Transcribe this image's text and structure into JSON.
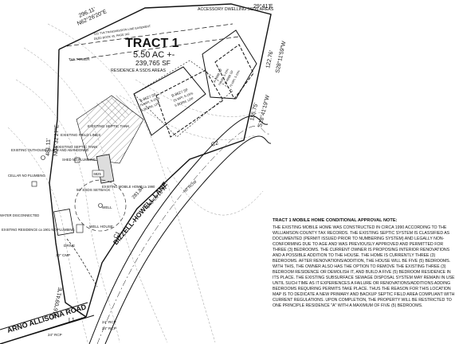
{
  "tract": {
    "title": "TRACT 1",
    "acres": "5.50 AC +-",
    "sqft": "239,765 SF"
  },
  "bearings": {
    "top_left": "296.11'",
    "top_left_bearing": "N62°26'20\"E",
    "top_right": "29°41'E",
    "right_1": "122.76'",
    "right_1_bearing": "S28°11'59\"W",
    "right_2": "155.75'",
    "right_2_bearing": "S18°41'19\"W",
    "left_1": "481.11'",
    "left_1_bearing": "N04°32'27\"E",
    "left_2": "N16°09'41\"E",
    "road_bearing": "S40°09'16\"W",
    "road_len": "281.84'"
  },
  "labels": {
    "easement": "115' TVA TRANSMISSION LINE EASEMENT",
    "easement_ref": "DEED BOOK 45, PAGE 342",
    "tva_tower": "TVA TOWER",
    "accessory": "ACCESSORY DWELLING SSDS AREAS",
    "residence_a": "RESIDENCE A SSDS AREAS",
    "a_area": "A-8627 SF",
    "a_detail_1": "75 MPI, 5-15%",
    "a_detail_2": "5 BDRM, LPP",
    "b_area": "B-8627 SF",
    "b_detail_1": "75 MPI, 5-15%",
    "b_detail_2": "5 BDRM, LPP",
    "c_area": "A-4000 SF",
    "c_detail": "75 MPI, 5-15%",
    "d_area": "B-4000 SF",
    "d_detail": "75 MPI, 5-15%",
    "septic_tank": "EXISTING SEPTIC TANK",
    "field_lines": "EXISTING FIELD LINES",
    "existing_septic": "EXISTING SEPTIC TANK",
    "outhouse": "EXISTING OUTHOUSE FILLED AND ABANDONED",
    "shed": "SHED NO PLUMBING",
    "cellar": "CELLAR NO PLUMBING",
    "mobile_home": "EXISTING MOBILE HOME ca 1990",
    "septic_setback": "50' SSDS SETBACK",
    "well": "WELL",
    "well_house": "WELL HOUSE",
    "water": "WATER DISCONNECTED",
    "existing_residence": "EXISTING RESIDENCE ca 1901 NO PLUMBING",
    "drive": "DRIVE",
    "cmp": "30\" CMP",
    "rcp_1": "24\" RCP",
    "rcp_2": "24\" RCP",
    "rcp_3": "24\" RCP",
    "road_arno": "ARNO ALLISONA ROAD",
    "road_bizzell": "BIZZELL-HOWELL LANE",
    "row": "60' ROW",
    "curve_c1": "C1",
    "curve_c2": "C2",
    "line_l1": "L1",
    "tag_1": "6825"
  },
  "approval_note": {
    "title": "TRACT 1 MOBILE HOME CONDITIONAL APPROVAL NOTE:",
    "body": "THE EXISTING MOBILE HOME WAS CONSTRUCTED IN CIRCA 1990 ACCORDING TO THE WILLIAMSON COUNTY TAX RECORDS. THE EXISTING SEPTIC SYSTEM IS CLASSIFIED AS DOCUMENTED (PERMIT ISSUED PRIOR TO NUMBERING SYSTEM) AND LEGALLY NON-CONFORMING DUE TO AGE AND WAS PREVIOUSLY APPROVED AND PERMITTED FOR THREE (3) BEDROOMS. THE CURRENT OWNER IS PROPOSING INTERIOR RENOVATIONS AND A POSSIBLE ADDITION TO THE HOUSE. THE HOME IS CURRENTLY THREE (3) BEDROOMS. AFTER RENOVATIONS/ADDITION, THE HOUSE WILL BE FIVE (5) BEDROOMS. WITH THIS, THE OWNER ALSO HAS THE OPTION TO REMOVE THE EXISTING THREE (3) BEDROOM RESIDENCE OR DEMOLISH IT, AND BUILD A FIVE (5) BEDROOM RESIDENCE IN ITS PLACE. THE EXISTING SUBSURFACE SEWAGE DISPOSAL SYSTEM MAY REMAIN IN USE UNTIL SUCH TIME AS IT EXPERIENCES A FAILURE OR RENOVATIONS/ADDITIONS ADDING BEDROOMS REQUIRING PERMITS TAKE PLACE. THUS THE REASON FOR THIS LOCATION MAP IS TO DEDICATE A NEW PRIMARY AND BACKUP SEPTIC FIELD AREA COMPLIANT WITH CURRENT REGULATIONS. UPON COMPLETION, THE PROPERTY WILL BE RESTRICTED TO ONE PRINCIPLE RESIDENCE \"A\" WITH A MAXIMUM OF FIVE (5) BEDROOMS."
  }
}
